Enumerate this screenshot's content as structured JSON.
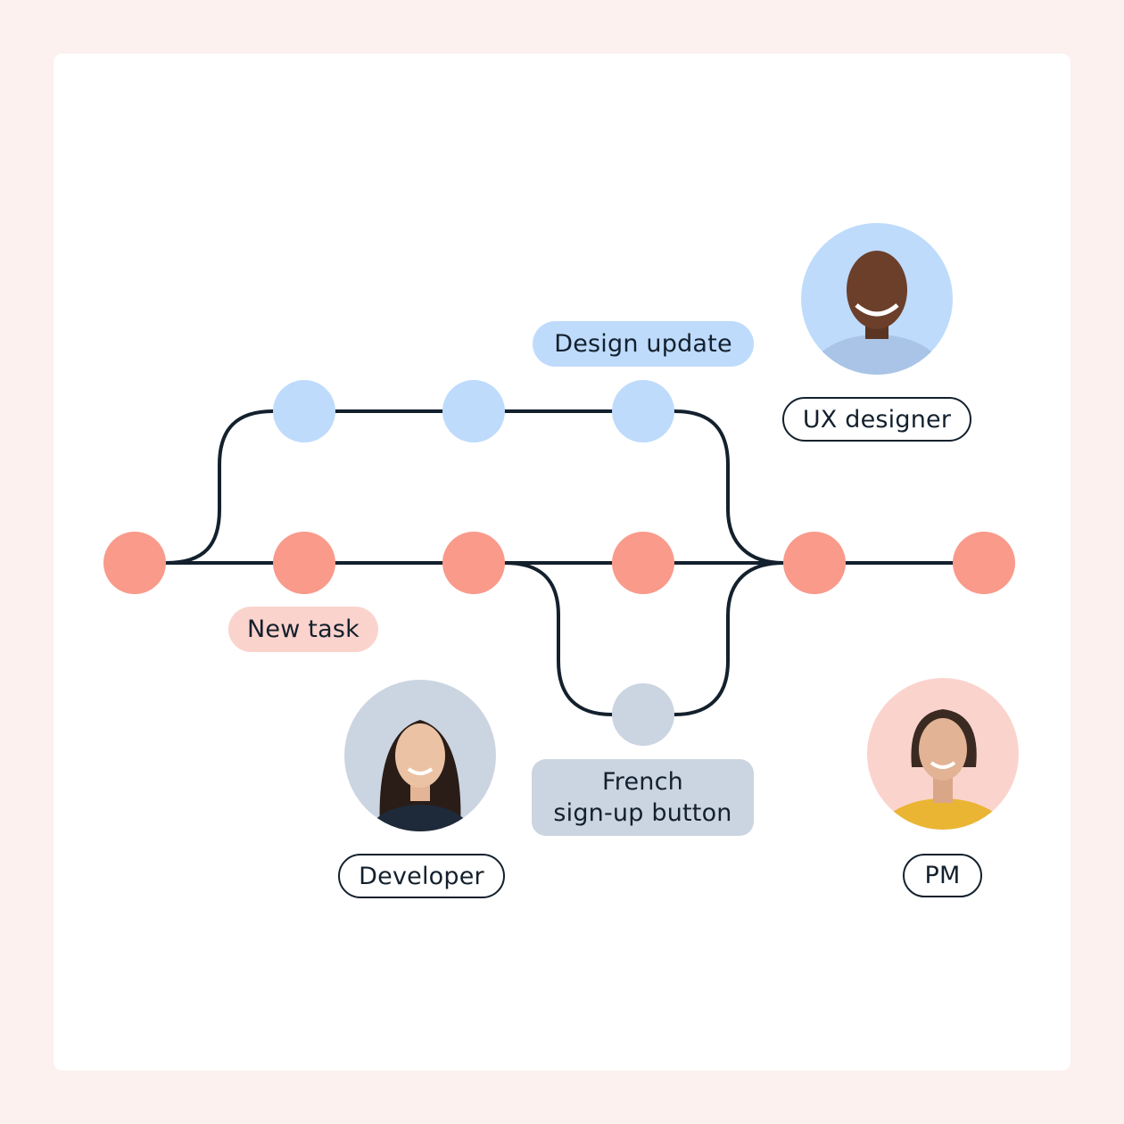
{
  "colors": {
    "background": "#FCF1EF",
    "main_node": "#F99A8B",
    "design_node": "#BEDBFC",
    "dev_node": "#CBD5E1",
    "new_task_label": "#FBD3CD",
    "line": "#13202D"
  },
  "labels": {
    "design_update": "Design update",
    "new_task": "New task",
    "french_line1": "French",
    "french_line2": "sign-up button"
  },
  "roles": {
    "ux_designer": "UX designer",
    "developer": "Developer",
    "pm": "PM"
  },
  "icons": {
    "avatar": "person-photo"
  }
}
